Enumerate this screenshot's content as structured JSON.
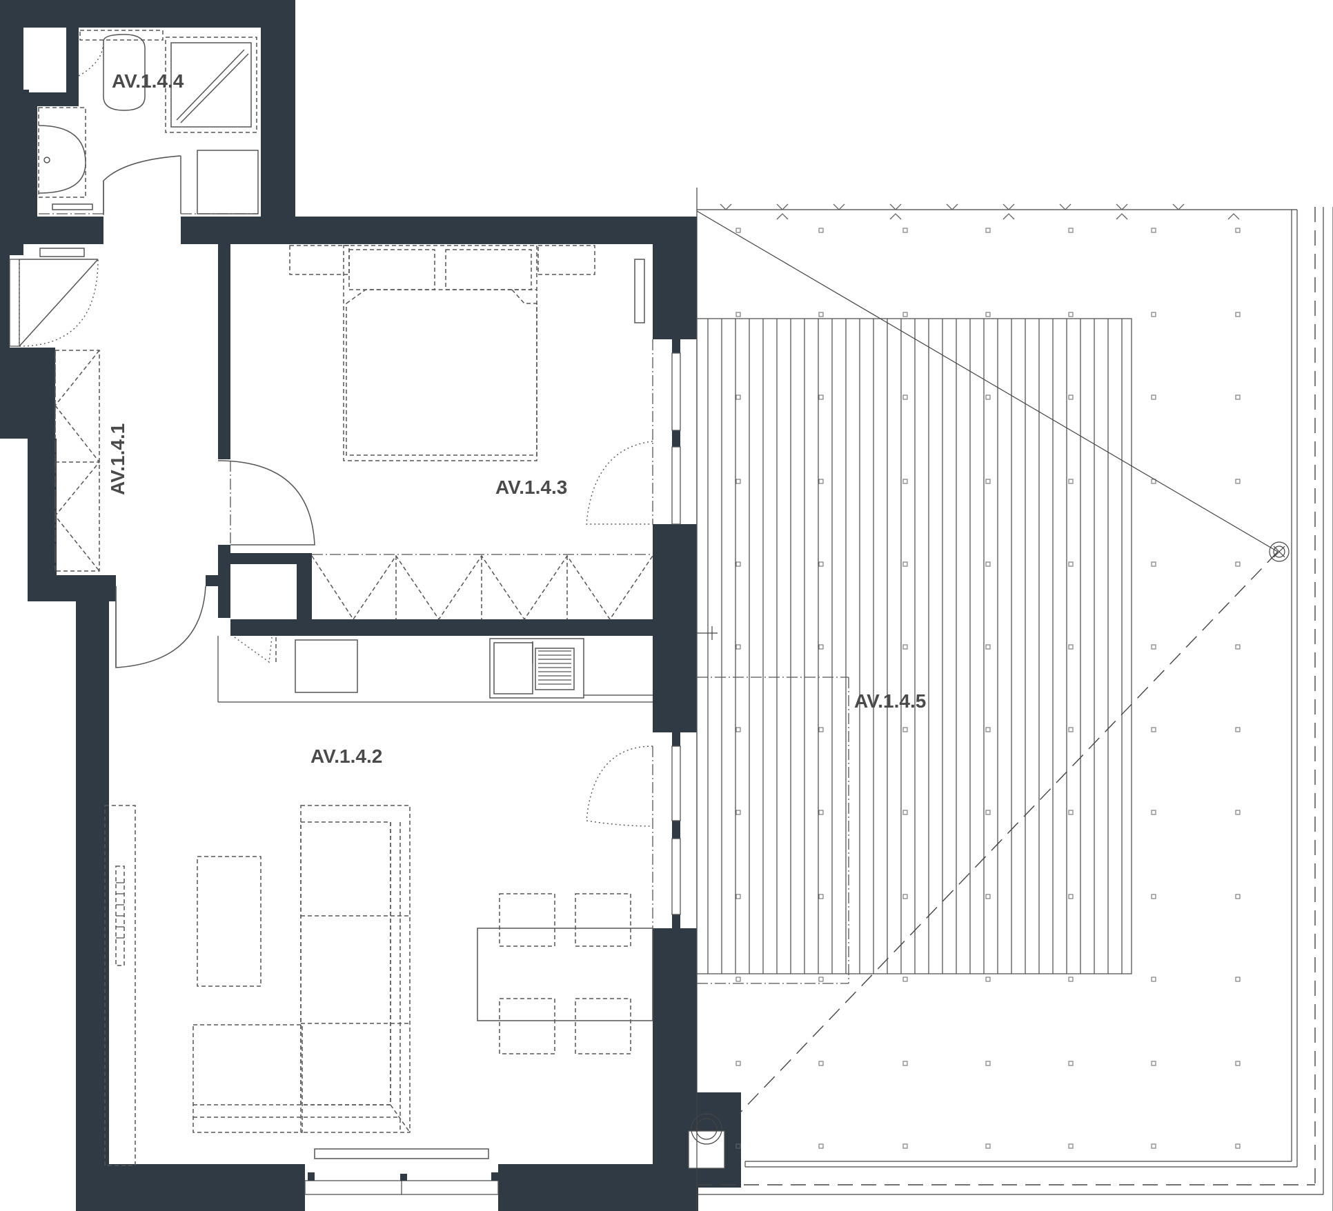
{
  "rooms": [
    {
      "id": "AV.1.4.1",
      "label": "AV.1.4.1"
    },
    {
      "id": "AV.1.4.2",
      "label": "AV.1.4.2"
    },
    {
      "id": "AV.1.4.3",
      "label": "AV.1.4.3"
    },
    {
      "id": "AV.1.4.4",
      "label": "AV.1.4.4"
    },
    {
      "id": "AV.1.4.5",
      "label": "AV.1.4.5"
    }
  ],
  "colors": {
    "wall": "#2f3a44",
    "label": "#4a4a4a",
    "line": "#555555"
  }
}
